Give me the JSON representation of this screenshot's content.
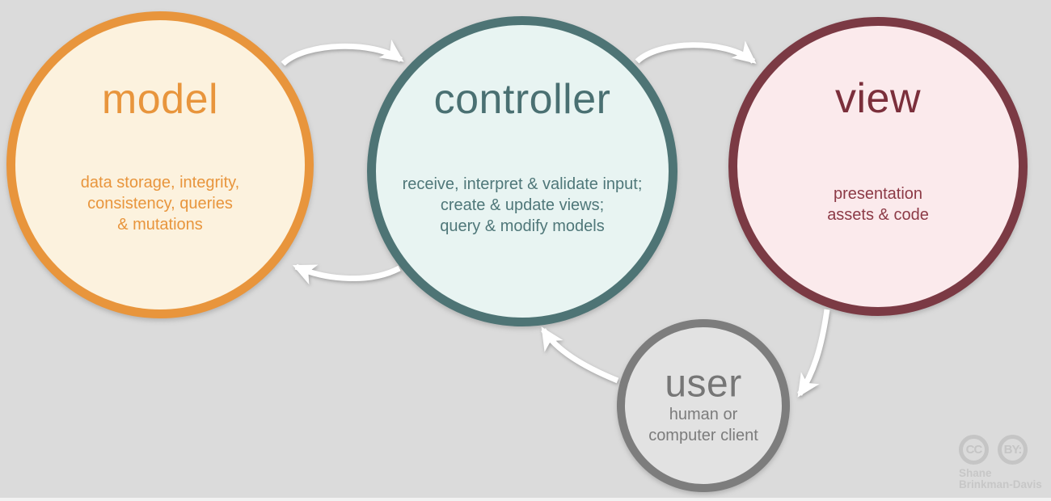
{
  "canvas": {
    "background_color": "#dbdbdb"
  },
  "diagram_title": "model-view-controller cycle",
  "nodes": [
    {
      "id": "model",
      "title": "model",
      "desc_lines": [
        "data storage, integrity,",
        "consistency, queries",
        "& mutations"
      ],
      "border_color": "#e8953c",
      "fill_color": "#fcf2de",
      "title_color": "#e8953c",
      "desc_color": "#e8953c"
    },
    {
      "id": "controller",
      "title": "controller",
      "desc_lines": [
        "receive, interpret & validate input;",
        "create & update views;",
        "query & modify models"
      ],
      "border_color": "#4e7475",
      "fill_color": "#e8f4f2",
      "title_color": "#4a7072",
      "desc_color": "#4f7779"
    },
    {
      "id": "view",
      "title": "view",
      "desc_lines": [
        "presentation",
        "assets & code"
      ],
      "border_color": "#7b3a44",
      "fill_color": "#fbeaec",
      "title_color": "#7b2f3b",
      "desc_color": "#8c3a46"
    },
    {
      "id": "user",
      "title": "user",
      "desc_lines": [
        "human or",
        "computer client"
      ],
      "border_color": "#7d7d7d",
      "fill_color": "#e2e2e2",
      "title_color": "#767676",
      "desc_color": "#7c7c7c"
    }
  ],
  "arrows": [
    {
      "from": "model",
      "to": "controller",
      "color": "#ffffff"
    },
    {
      "from": "controller",
      "to": "view",
      "color": "#ffffff"
    },
    {
      "from": "view",
      "to": "user",
      "color": "#ffffff"
    },
    {
      "from": "user",
      "to": "controller",
      "color": "#ffffff"
    },
    {
      "from": "controller",
      "to": "model",
      "color": "#ffffff"
    }
  ],
  "attribution": {
    "badge_cc": "CC",
    "badge_by": "BY:",
    "author_line1": "Shane",
    "author_line2": "Brinkman-Davis",
    "color": "#c5c5c5"
  }
}
